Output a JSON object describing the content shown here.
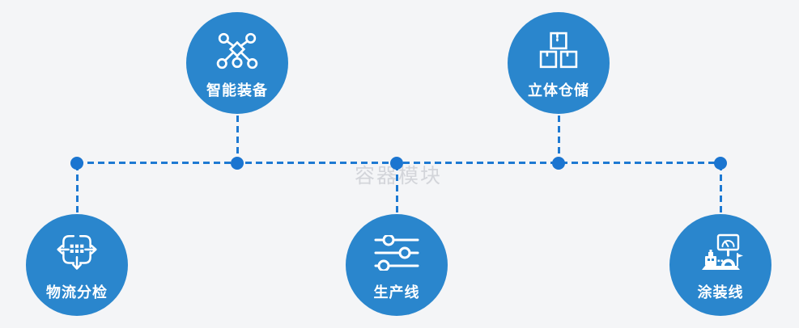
{
  "page": {
    "background_color": "#f4f5f7",
    "watermark": "容器模块"
  },
  "diagram": {
    "accent_color": "#2a86cd",
    "connector_color": "#1d79d2",
    "junction_dot_color": "#1b75d0",
    "icon_color": "#ffffff",
    "nodes": [
      {
        "id": "smart-equipment",
        "label": "智能装备",
        "icon": "network-nodes-icon",
        "row": "top"
      },
      {
        "id": "stereo-warehouse",
        "label": "立体仓储",
        "icon": "stacked-boxes-icon",
        "row": "top"
      },
      {
        "id": "logistics-sorting",
        "label": "物流分检",
        "icon": "sort-distribute-icon",
        "row": "bottom"
      },
      {
        "id": "production-line",
        "label": "生产线",
        "icon": "sliders-icon",
        "row": "bottom"
      },
      {
        "id": "coating-line",
        "label": "涂装线",
        "icon": "control-station-icon",
        "row": "bottom"
      }
    ]
  }
}
